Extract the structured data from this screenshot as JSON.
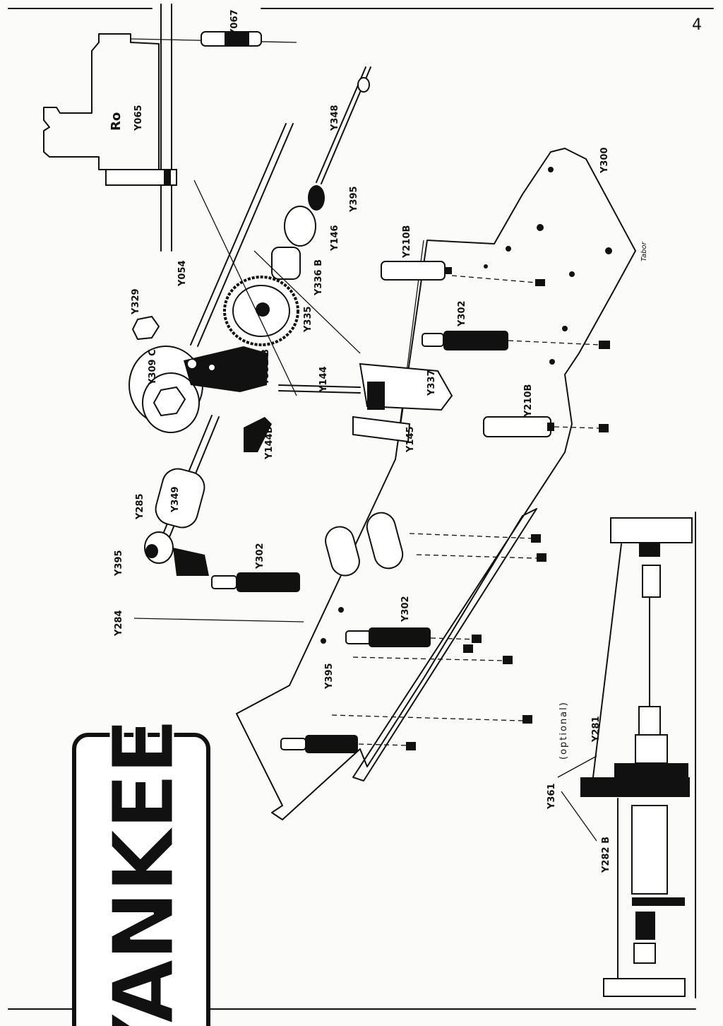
{
  "page": {
    "number": "4",
    "brand_logo": "YANKEE"
  },
  "parts": {
    "y067": "Y067",
    "y065": "Y065",
    "ro": "Ro",
    "y348": "Y348",
    "y300": "Y300",
    "y395_top": "Y395",
    "y146": "Y146",
    "y2108_top": "Y210B",
    "y336b": "Y336 B",
    "y054": "Y054",
    "y329": "Y329",
    "y335": "Y335",
    "y302_right": "Y302",
    "y309c": "Y309 C",
    "y332b": "Y332 B",
    "y144": "Y144",
    "y337": "Y337",
    "y2108_bottom": "Y210B",
    "y144b": "Y144B",
    "y145": "Y145",
    "y285": "Y285",
    "y349": "Y349",
    "y395_left": "Y395",
    "y302_mid": "Y302",
    "y302_lower": "Y302",
    "y284": "Y284",
    "y395_bottom": "Y395",
    "y281": "Y281",
    "y361": "Y361",
    "optional": "(optional)",
    "y282b": "Y282 B",
    "tabor": "Tabor"
  }
}
